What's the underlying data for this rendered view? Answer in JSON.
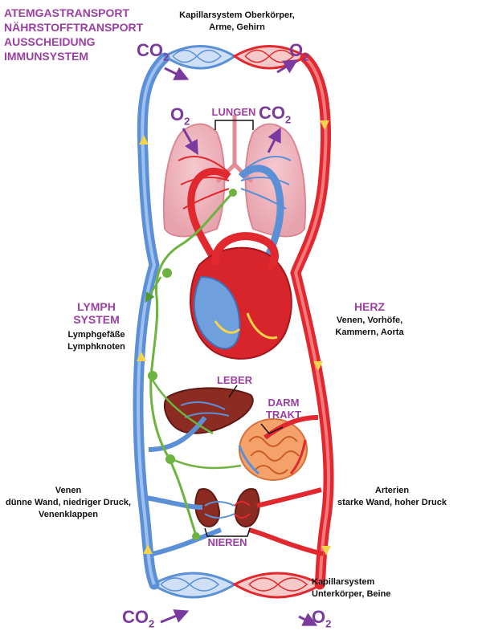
{
  "functions": [
    "ATEMGASTRANSPORT",
    "NÄHRSTOFFTRANSPORT",
    "AUSSCHEIDUNG",
    "IMMUNSYSTEM"
  ],
  "capillary_top": {
    "line1": "Kapillarsystem Oberkörper,",
    "line2": "Arme, Gehirn"
  },
  "capillary_bottom": {
    "line1": "Kapillarsystem",
    "line2": "Unterkörper, Beine"
  },
  "gases": {
    "co2_base": "CO",
    "o2_base": "O",
    "subscript": "2"
  },
  "organs": {
    "lungs": "LUNGEN",
    "liver": "LEBER",
    "gut_line1": "DARM",
    "gut_line2": "TRAKT",
    "kidneys": "NIEREN"
  },
  "lymph": {
    "title1": "LYMPH",
    "title2": "SYSTEM",
    "desc1": "Lymphgefäße",
    "desc2": "Lymphknoten"
  },
  "heart": {
    "title": "HERZ",
    "desc1": "Venen, Vorhöfe,",
    "desc2": "Kammern, Aorta"
  },
  "veins": {
    "title": "Venen",
    "desc1": "dünne Wand, niedriger Druck,",
    "desc2": "Venenklappen"
  },
  "arteries": {
    "title": "Arterien",
    "desc1": "starke Wand, hoher Druck"
  },
  "colors": {
    "vein": "#5b8fd6",
    "artery": "#e0282e",
    "lymph": "#6cb33f",
    "label": "#9b3fa3",
    "gas": "#7a3a9e"
  }
}
